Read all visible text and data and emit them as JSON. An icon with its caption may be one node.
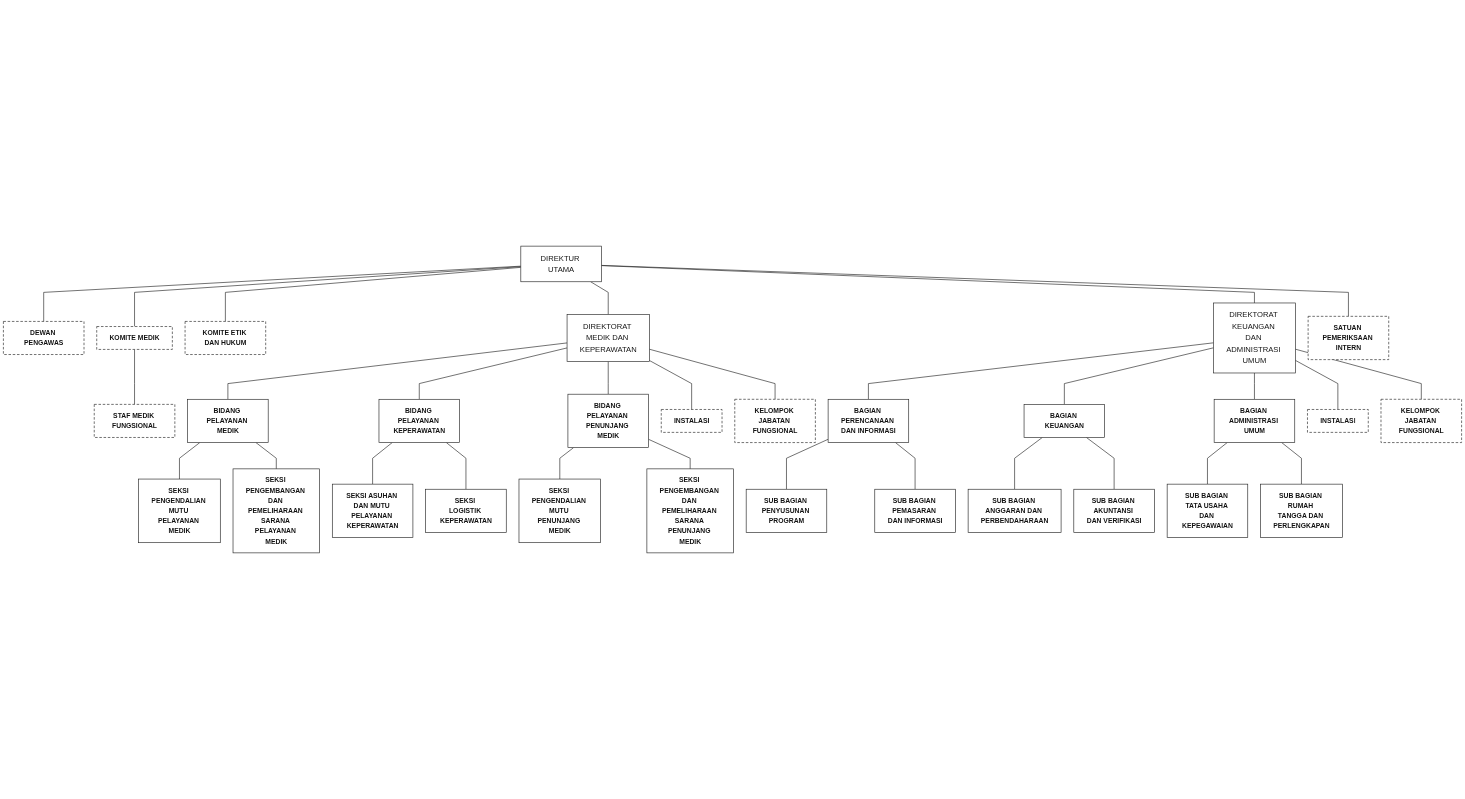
{
  "diagram": {
    "nodes": [
      {
        "text": [
          "DIREKTUR UTAMA"
        ]
      },
      {
        "text": [
          "DEWAN PENGAWAS"
        ]
      },
      {
        "text": [
          "KOMITE MEDIK"
        ]
      },
      {
        "text": [
          "KOMITE ETIK DAN HUKUM"
        ]
      },
      {
        "text": [
          "DIREKTORAT MEDIK DAN KEPERAWATAN"
        ]
      },
      {
        "text": [
          "DIREKTORAT KEUANGAN DAN ADMINISTRASI UMUM"
        ]
      },
      {
        "text": [
          "SATUAN PEMERIKSAAN INTERN"
        ]
      },
      {
        "text": [
          "BIDANG PELAYANAN MEDIK"
        ]
      },
      {
        "text": [
          "BIDANG PELAYANAN KEPERAWATAN"
        ]
      },
      {
        "text": [
          "BIDANG PELAYANAN PENUNJANG MEDIK"
        ]
      },
      {
        "text": [
          "BAGIAN PERENCANAAN DAN INFORMASI"
        ]
      },
      {
        "text": [
          "BAGIAN KEUANGAN"
        ]
      },
      {
        "text": [
          "BAGIAN ADMINISTRASI UMUM"
        ]
      },
      {
        "text": [
          "SEKSI PENGENDALIAN MUTU PELAYANAN MEDIK"
        ]
      },
      {
        "text": [
          "SEKSI ASUHAN DAN MUTU PELAYANAN KEPERAWATAN"
        ]
      },
      {
        "text": [
          "SEKSI PENGENDALIAN MUTU PENUNJANG MEDIK"
        ]
      },
      {
        "text": [
          "SUB BAGIAN PENYUSUNAN PROGRAM"
        ]
      },
      {
        "text": [
          "SUB BAGIAN ANGGARAN DAN PERBENDAHARAAN"
        ]
      },
      {
        "text": [
          "SUB BAGIAN TATA USAHA DAN KEPEGAWAIAN"
        ]
      },
      {
        "text": [
          "SEKSI PENGEMBANGAN DAN PEMELIHARAAN SARANA PELAYANAN MEDIK"
        ]
      },
      {
        "text": [
          "SEKSI LOGISTIK KEPERAWATAN"
        ]
      },
      {
        "text": [
          "SEKSI PENGEMBANGAN DAN PEMELIHARAAN SARANA PENUNJANG MEDIK"
        ]
      },
      {
        "text": [
          "SUB BAGIAN PEMASARAN DAN INFORMASI"
        ]
      },
      {
        "text": [
          "SUB BAGIAN AKUNTANSI DAN VERIFIKASI"
        ]
      },
      {
        "text": [
          "SUB BAGIAN RUMAH TANGGA DAN PERLENGKAPAN"
        ]
      },
      {
        "text": [
          "STAF MEDIK FUNGSIONAL"
        ]
      },
      {
        "text": [
          "INSTALASI"
        ]
      },
      {
        "text": [
          "KELOMPOK JABATAN FUNGSIONAL"
        ]
      },
      {
        "text": [
          "INSTALASI"
        ]
      },
      {
        "text": [
          "KELOMPOK JABATAN FUNGSIONAL"
        ]
      }
    ],
    "edges": [
      {
        "from": 0,
        "to": 1,
        "arrow": "none"
      },
      {
        "from": 0,
        "to": 2,
        "arrow": "none"
      },
      {
        "from": 0,
        "to": 3,
        "arrow": "none"
      },
      {
        "from": 0,
        "to": 4,
        "arrow": "none"
      },
      {
        "from": 0,
        "to": 5,
        "arrow": "none"
      },
      {
        "from": 0,
        "to": 6,
        "arrow": "none"
      },
      {
        "from": 4,
        "to": 7,
        "arrow": "none"
      },
      {
        "from": 4,
        "to": 8,
        "arrow": "none"
      },
      {
        "from": 4,
        "to": 9,
        "arrow": "none"
      },
      {
        "from": 5,
        "to": 10,
        "arrow": "none"
      },
      {
        "from": 5,
        "to": 11,
        "arrow": "none"
      },
      {
        "from": 5,
        "to": 12,
        "arrow": "none"
      },
      {
        "from": 7,
        "to": 13,
        "arrow": "none"
      },
      {
        "from": 8,
        "to": 14,
        "arrow": "none"
      },
      {
        "from": 9,
        "to": 15,
        "arrow": "none"
      },
      {
        "from": 10,
        "to": 16,
        "arrow": "none"
      },
      {
        "from": 11,
        "to": 17,
        "arrow": "none"
      },
      {
        "from": 12,
        "to": 18,
        "arrow": "none"
      },
      {
        "from": 7,
        "to": 19,
        "arrow": "none"
      },
      {
        "from": 8,
        "to": 20,
        "arrow": "none"
      },
      {
        "from": 9,
        "to": 21,
        "arrow": "none"
      },
      {
        "from": 10,
        "to": 22,
        "arrow": "none"
      },
      {
        "from": 11,
        "to": 23,
        "arrow": "none"
      },
      {
        "from": 12,
        "to": 24,
        "arrow": "none"
      },
      {
        "from": 2,
        "to": 25,
        "arrow": "none"
      },
      {
        "from": 4,
        "to": 26,
        "arrow": "none"
      },
      {
        "from": 4,
        "to": 27,
        "arrow": "none"
      },
      {
        "from": 5,
        "to": 28,
        "arrow": "none"
      },
      {
        "from": 5,
        "to": 29,
        "arrow": "none"
      }
    ]
  }
}
